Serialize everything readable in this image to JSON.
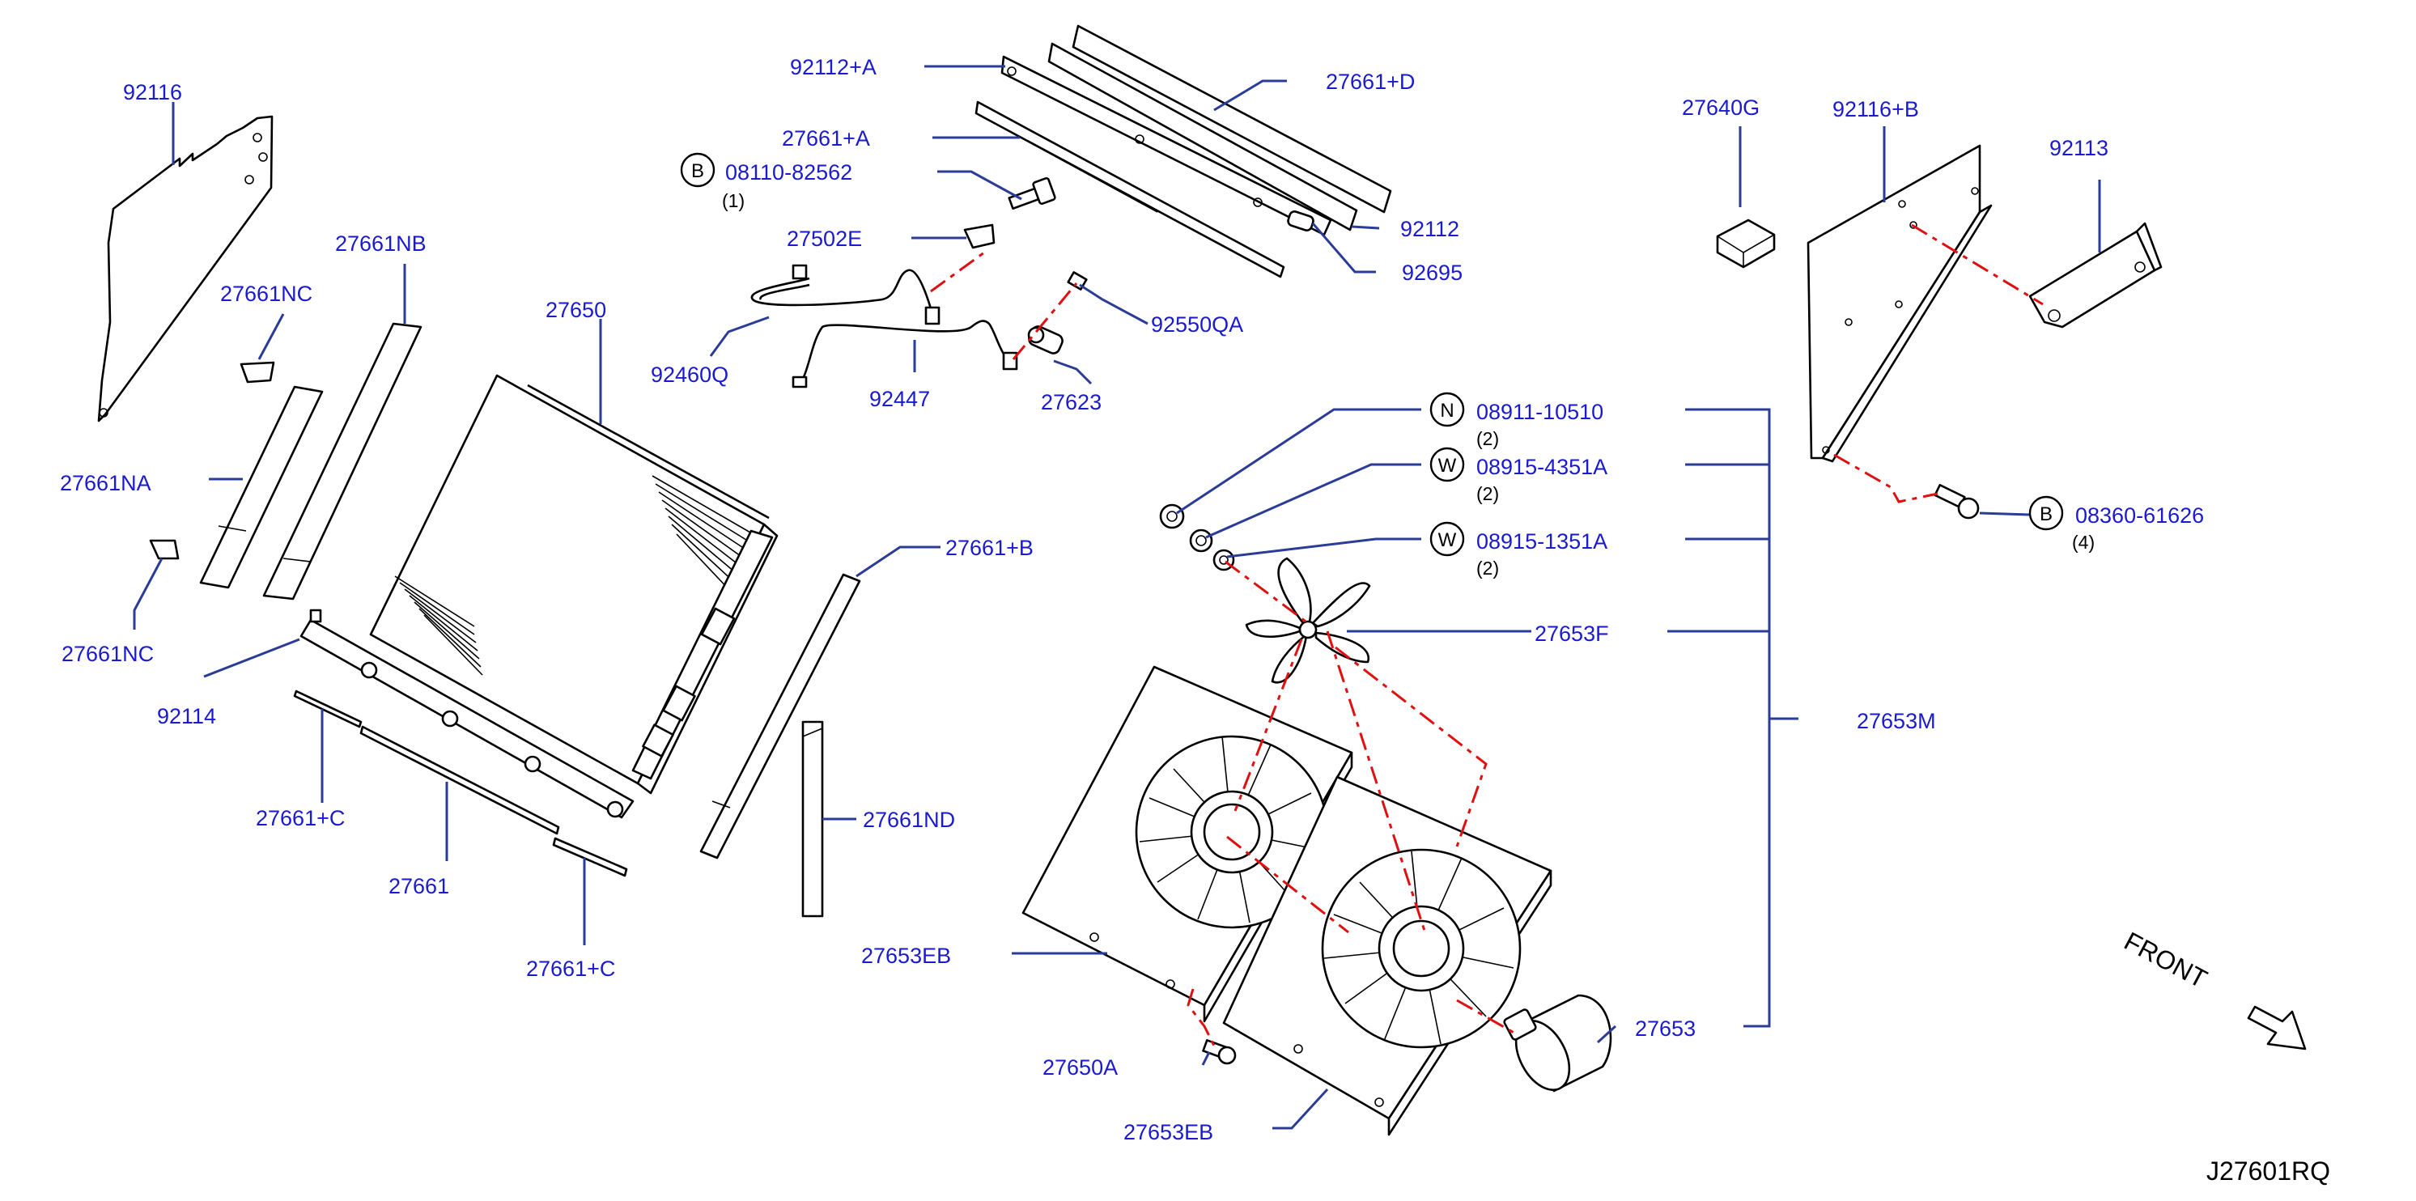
{
  "diagram_id": "J27601RQ",
  "front_label": "FRONT",
  "callouts": {
    "c92116": "92116",
    "c27661NB": "27661NB",
    "c27661NC_top": "27661NC",
    "c27661NA": "27661NA",
    "c27661NC_bot": "27661NC",
    "c92114": "92114",
    "c27661C_left": "27661+C",
    "c27661": "27661",
    "c27661C_right": "27661+C",
    "c27650": "27650",
    "c27661B": "27661+B",
    "c27661ND": "27661ND",
    "c92112A": "92112+A",
    "c27661A": "27661+A",
    "c27661D": "27661+D",
    "c92112": "92112",
    "c92695": "92695",
    "c27502E": "27502E",
    "c92460Q": "92460Q",
    "c92447": "92447",
    "c92550QA": "92550QA",
    "c27623": "27623",
    "c27653F": "27653F",
    "c27653M": "27653M",
    "c27653EB_top": "27653EB",
    "c27653EB_bot": "27653EB",
    "c27650A": "27650A",
    "c27653": "27653",
    "c27640G": "27640G",
    "c92116B": "92116+B",
    "c92113": "92113"
  },
  "fasteners": {
    "b1": {
      "symbol": "B",
      "part": "08110-82562",
      "qty": "(1)"
    },
    "n1": {
      "symbol": "N",
      "part": "08911-10510",
      "qty": "(2)"
    },
    "w1": {
      "symbol": "W",
      "part": "08915-4351A",
      "qty": "(2)"
    },
    "w2": {
      "symbol": "W",
      "part": "08915-1351A",
      "qty": "(2)"
    },
    "b2": {
      "symbol": "B",
      "part": "08360-61626",
      "qty": "(4)"
    }
  },
  "colors": {
    "label": "#1a1ad0",
    "leader": "#2a3c98",
    "centerline": "#e01010",
    "linework": "#000000"
  }
}
